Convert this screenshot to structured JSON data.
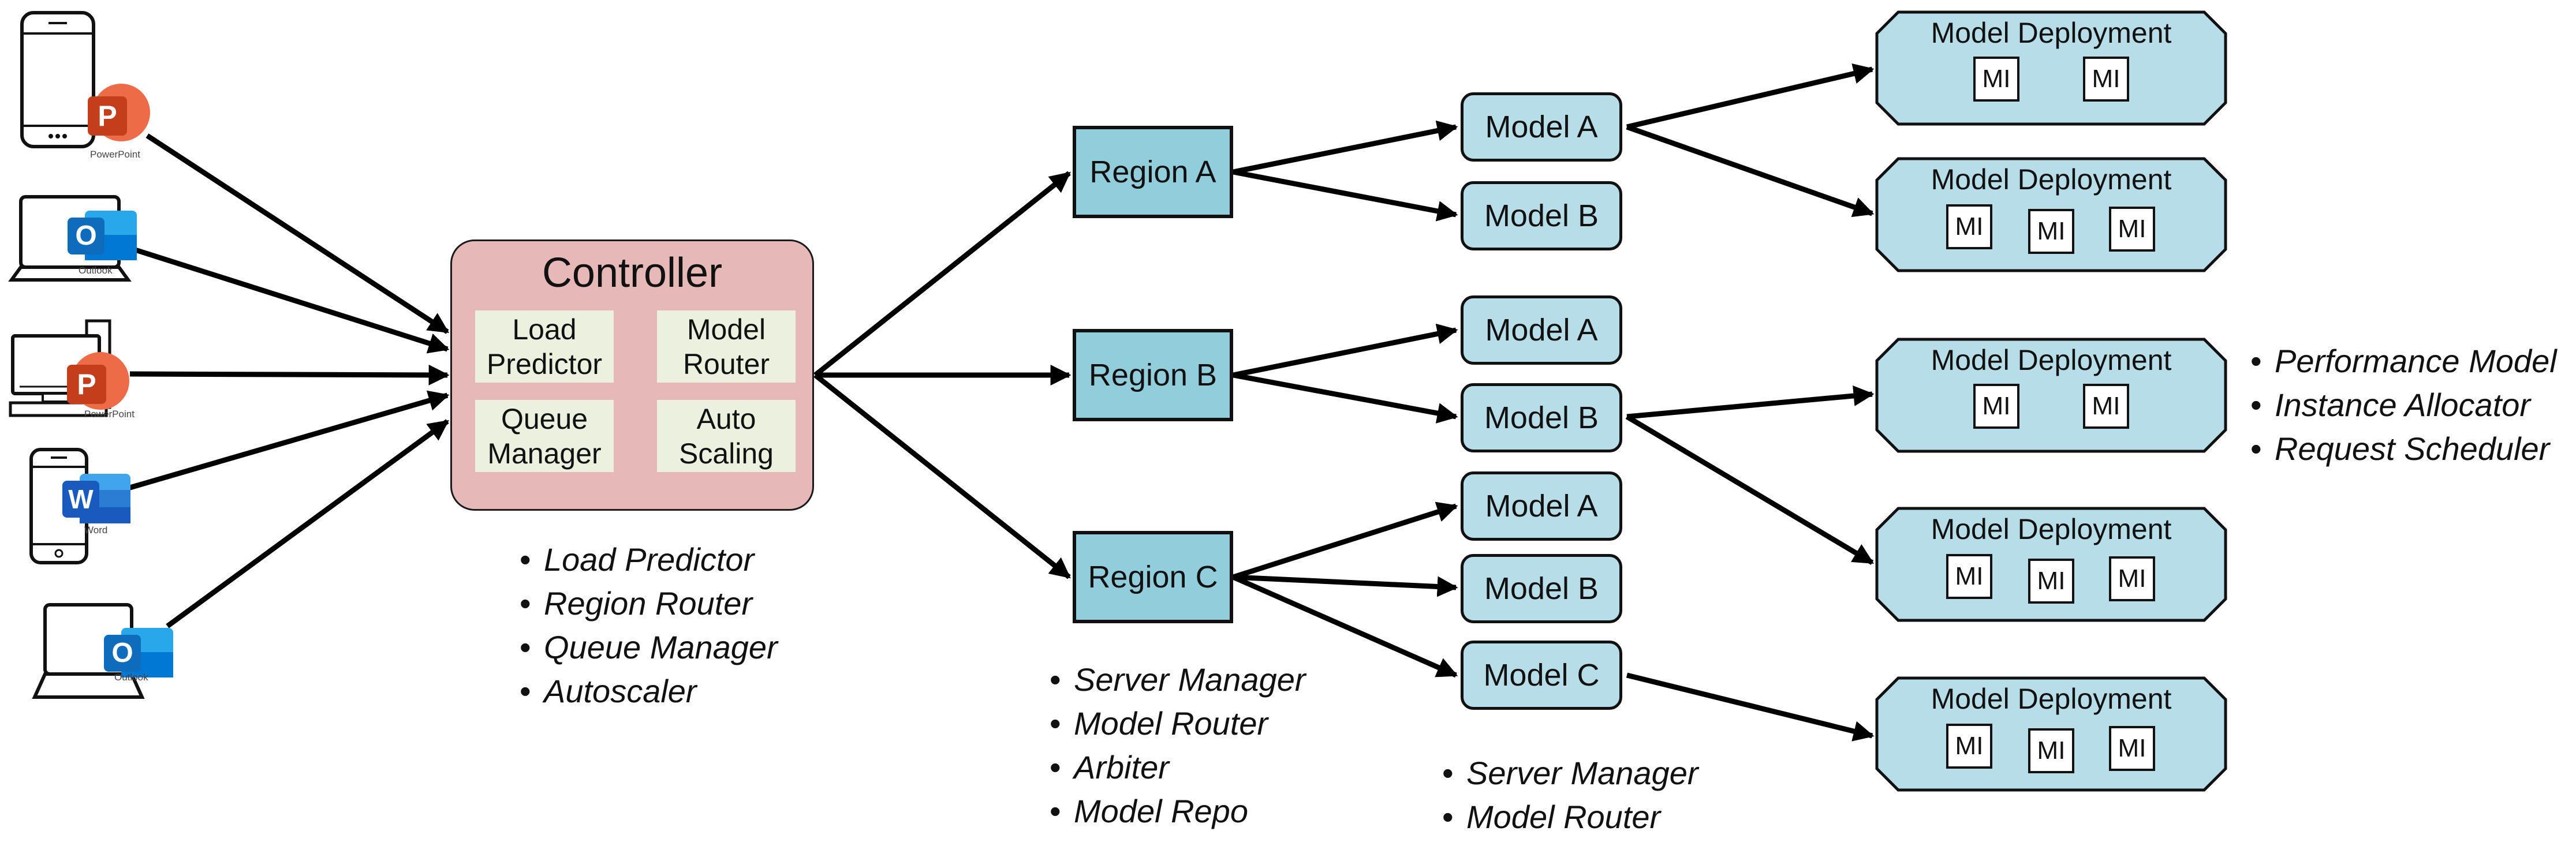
{
  "clients": [
    {
      "device": "phone-icon",
      "app": "powerpoint-icon",
      "letter": "P",
      "label": "PowerPoint",
      "color": "#c43e1c"
    },
    {
      "device": "laptop-icon",
      "app": "outlook-icon",
      "letter": "O",
      "label": "Outlook",
      "color": "#0f6cbd"
    },
    {
      "device": "desktop-icon",
      "app": "powerpoint-icon",
      "letter": "P",
      "label": "PowerPoint",
      "color": "#c43e1c"
    },
    {
      "device": "phone-icon",
      "app": "word-icon",
      "letter": "W",
      "label": "Word",
      "color": "#185abd"
    },
    {
      "device": "laptop-icon",
      "app": "outlook-icon",
      "letter": "O",
      "label": "Outlook",
      "color": "#0f6cbd"
    }
  ],
  "controller": {
    "title": "Controller",
    "components": [
      "Load\nPredictor",
      "Model\nRouter",
      "Queue\nManager",
      "Auto\nScaling"
    ],
    "bullets": [
      "Load Predictor",
      "Region Router",
      "Queue Manager",
      "Autoscaler"
    ]
  },
  "regions": [
    {
      "label": "Region A",
      "models": [
        "Model A",
        "Model B"
      ]
    },
    {
      "label": "Region B",
      "models": [
        "Model A",
        "Model B"
      ]
    },
    {
      "label": "Region C",
      "models": [
        "Model A",
        "Model B",
        "Model C"
      ]
    }
  ],
  "region_bullets": [
    "Server Manager",
    "Model Router",
    "Arbiter",
    "Model Repo"
  ],
  "model_bullets": [
    "Server Manager",
    "Model Router"
  ],
  "deployments": [
    {
      "title": "Model Deployment",
      "instances": [
        "MI",
        "MI"
      ]
    },
    {
      "title": "Model Deployment",
      "instances": [
        "MI",
        "MI",
        "MI"
      ]
    },
    {
      "title": "Model Deployment",
      "instances": [
        "MI",
        "MI"
      ]
    },
    {
      "title": "Model Deployment",
      "instances": [
        "MI",
        "MI",
        "MI"
      ]
    },
    {
      "title": "Model Deployment",
      "instances": [
        "MI",
        "MI",
        "MI"
      ]
    }
  ],
  "deployment_bullets": [
    "Performance Model",
    "Instance Allocator",
    "Request Scheduler"
  ],
  "colors": {
    "controller_fill": "#e6b8b7",
    "component_fill": "#ebf1de",
    "region_fill": "#92cddc",
    "model_fill": "#b7dee8",
    "deployment_fill": "#b7dee8",
    "arrow": "#000000"
  }
}
